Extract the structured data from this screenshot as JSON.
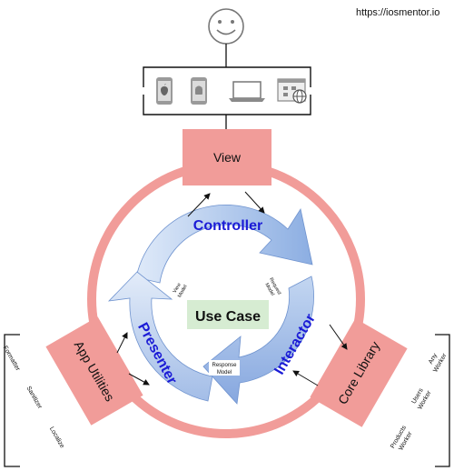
{
  "header": {
    "url": "https://iosmentor.io"
  },
  "icons": {
    "user": "smiley-face-icon",
    "devices": [
      "ios-phone-icon",
      "android-phone-icon",
      "laptop-icon",
      "web-icon"
    ]
  },
  "layers": {
    "view": "View",
    "app_utilities": "App Utilities",
    "core_library": "Core Library"
  },
  "cycle": {
    "controller": "Controller",
    "interactor": "Interactor",
    "presenter": "Presenter",
    "center": "Use Case"
  },
  "models": {
    "view_model": [
      "View",
      "Model"
    ],
    "request_model": [
      "Request",
      "Model"
    ],
    "response_model": [
      "Response",
      "Model"
    ]
  },
  "utilities": [
    "Formatter",
    "Sanitizer",
    "Localize"
  ],
  "workers": [
    [
      "Any",
      "Worker"
    ],
    [
      "Users",
      "Worker"
    ],
    [
      "Products",
      "Worker"
    ]
  ],
  "colors": {
    "ring": "#f19c99",
    "arrow_light": "#dbe8f8",
    "arrow_dark": "#8fb0e3",
    "label_blue": "#1b1bd6",
    "center_fill": "#d6ecd2"
  }
}
